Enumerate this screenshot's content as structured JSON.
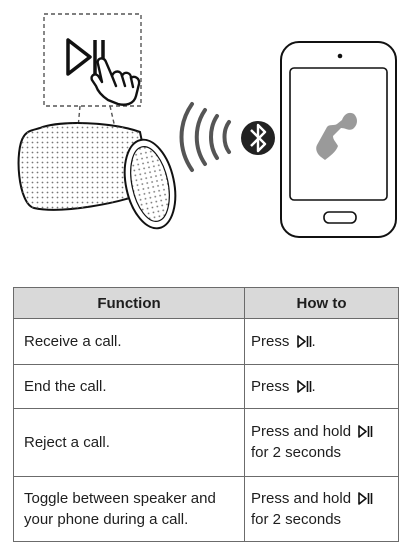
{
  "illustration": {
    "icons": [
      "play-pause-icon",
      "pointing-hand-icon",
      "speaker-icon",
      "sound-wave-icon",
      "bluetooth-icon",
      "smartphone-icon",
      "phone-handset-icon"
    ]
  },
  "table": {
    "headers": {
      "function": "Function",
      "how_to": "How to"
    },
    "rows": [
      {
        "function": "Receive a call.",
        "how_to": "Press",
        "how_to_suffix": ".",
        "icon": "play-pause-icon"
      },
      {
        "function": "End the call.",
        "how_to": "Press",
        "how_to_suffix": ".",
        "icon": "play-pause-icon"
      },
      {
        "function": "Reject a call.",
        "how_to": "Press and hold",
        "how_to_line2": "for 2 seconds",
        "icon": "play-pause-icon"
      },
      {
        "function": "Toggle between speaker and your phone during a call.",
        "how_to": "Press and hold",
        "how_to_line2": "for 2 seconds",
        "icon": "play-pause-icon"
      }
    ]
  },
  "colors": {
    "header_bg": "#d9d9d9",
    "border": "#6b6b6b",
    "handset": "#9a9a9a",
    "bluetooth_bg": "#222222"
  }
}
